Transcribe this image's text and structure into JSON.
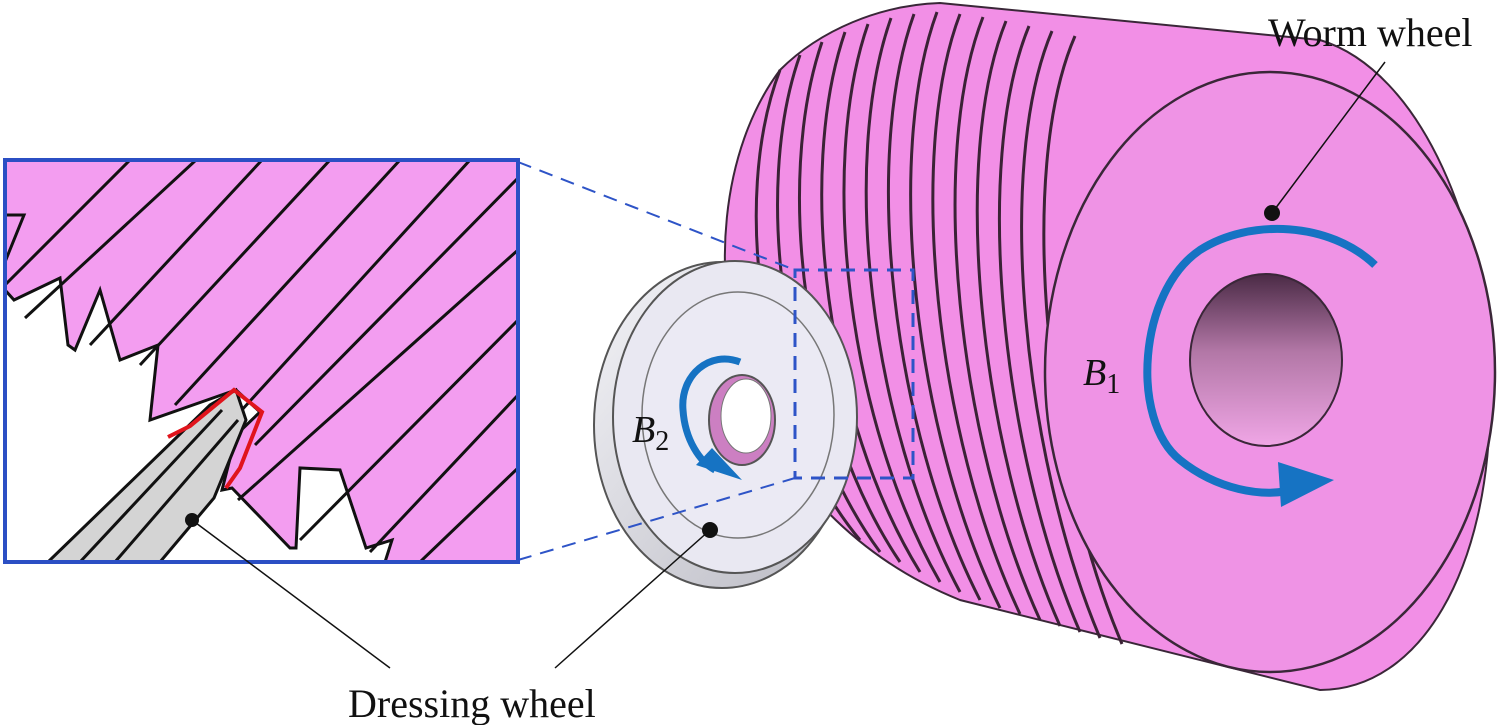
{
  "labels": {
    "worm_wheel": "Worm wheel",
    "dressing_wheel": "Dressing wheel",
    "rot_b1": {
      "symbol": "B",
      "subscript": "1"
    },
    "rot_b2": {
      "symbol": "B",
      "subscript": "2"
    }
  },
  "colors": {
    "worm_fill": "#f28fe6",
    "worm_face": "#ef93e5",
    "groove_line": "#2b1a2a",
    "dresser_fill": "#e9e8f2",
    "inset_border": "#2b4fc4",
    "zoom_dash": "#2e54c7",
    "arrow_blue": "#1673c3",
    "contact_red": "#e0141c",
    "dresser_gray": "#d4d4d4"
  },
  "icons": {
    "rotation_b1": "rotation-arrow-icon",
    "rotation_b2": "rotation-arrow-icon"
  }
}
